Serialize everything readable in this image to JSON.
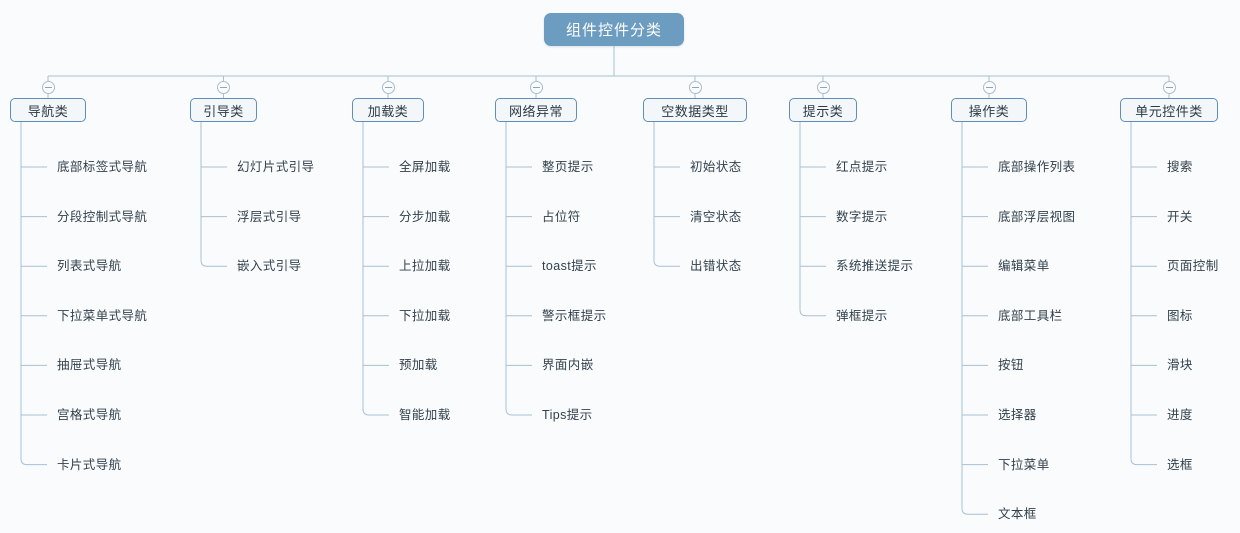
{
  "diagram": {
    "type": "mind-map",
    "title": "组件控件分类",
    "background_color": "#fafbfc",
    "root_fill": "#6c9cc0",
    "root_text_color": "#ffffff",
    "category_fill": "#f4f7fa",
    "category_border": "#5f8fb8",
    "connector_color": "#a8c0d4",
    "leaf_text_color": "#32414d",
    "toggle_icon_name": "collapse-minus-icon"
  },
  "root": {
    "label": "组件控件分类"
  },
  "categories": [
    {
      "label": "导航类",
      "children": [
        "底部标签式导航",
        "分段控制式导航",
        "列表式导航",
        "下拉菜单式导航",
        "抽屉式导航",
        "宫格式导航",
        "卡片式导航"
      ]
    },
    {
      "label": "引导类",
      "children": [
        "幻灯片式引导",
        "浮层式引导",
        "嵌入式引导"
      ]
    },
    {
      "label": "加载类",
      "children": [
        "全屏加载",
        "分步加载",
        "上拉加载",
        "下拉加载",
        "预加载",
        "智能加载"
      ]
    },
    {
      "label": "网络异常",
      "children": [
        "整页提示",
        "占位符",
        "toast提示",
        "警示框提示",
        "界面内嵌",
        "Tips提示"
      ]
    },
    {
      "label": "空数据类型",
      "children": [
        "初始状态",
        "清空状态",
        "出错状态"
      ]
    },
    {
      "label": "提示类",
      "children": [
        "红点提示",
        "数字提示",
        "系统推送提示",
        "弹框提示"
      ]
    },
    {
      "label": "操作类",
      "children": [
        "底部操作列表",
        "底部浮层视图",
        "编辑菜单",
        "底部工具栏",
        "按钮",
        "选择器",
        "下拉菜单",
        "文本框"
      ]
    },
    {
      "label": "单元控件类",
      "children": [
        "搜索",
        "开关",
        "页面控制",
        "图标",
        "滑块",
        "进度",
        "选框"
      ]
    }
  ]
}
